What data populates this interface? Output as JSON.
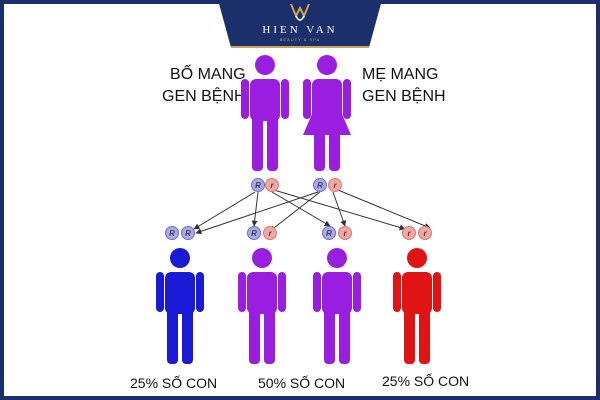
{
  "brand": {
    "name": "HIEN VAN",
    "tagline": "BEAUTY & SPA"
  },
  "parents": {
    "father_label_1": "BỐ MANG",
    "father_label_2": "GEN BỆNH",
    "mother_label_1": "MẸ MANG",
    "mother_label_2": "GEN BỆNH",
    "father_alleles": [
      "R",
      "r"
    ],
    "mother_alleles": [
      "R",
      "r"
    ]
  },
  "children": [
    {
      "alleles": [
        "R",
        "R"
      ],
      "color": "#1a1ad6"
    },
    {
      "alleles": [
        "R",
        "r"
      ],
      "color": "#9a1ee0"
    },
    {
      "alleles": [
        "R",
        "r"
      ],
      "color": "#9a1ee0"
    },
    {
      "alleles": [
        "r",
        "r"
      ],
      "color": "#e01414"
    }
  ],
  "percentages": {
    "left": "25% SỐ CON",
    "middle": "50% SỐ CON",
    "right": "25% SỐ CON"
  },
  "colors": {
    "parent": "#9a1ee0",
    "allele_dominant": "#a9a9ef",
    "allele_recessive": "#f3a7a2",
    "frame": "#1b2f6b",
    "gold": "#c9a65a"
  }
}
